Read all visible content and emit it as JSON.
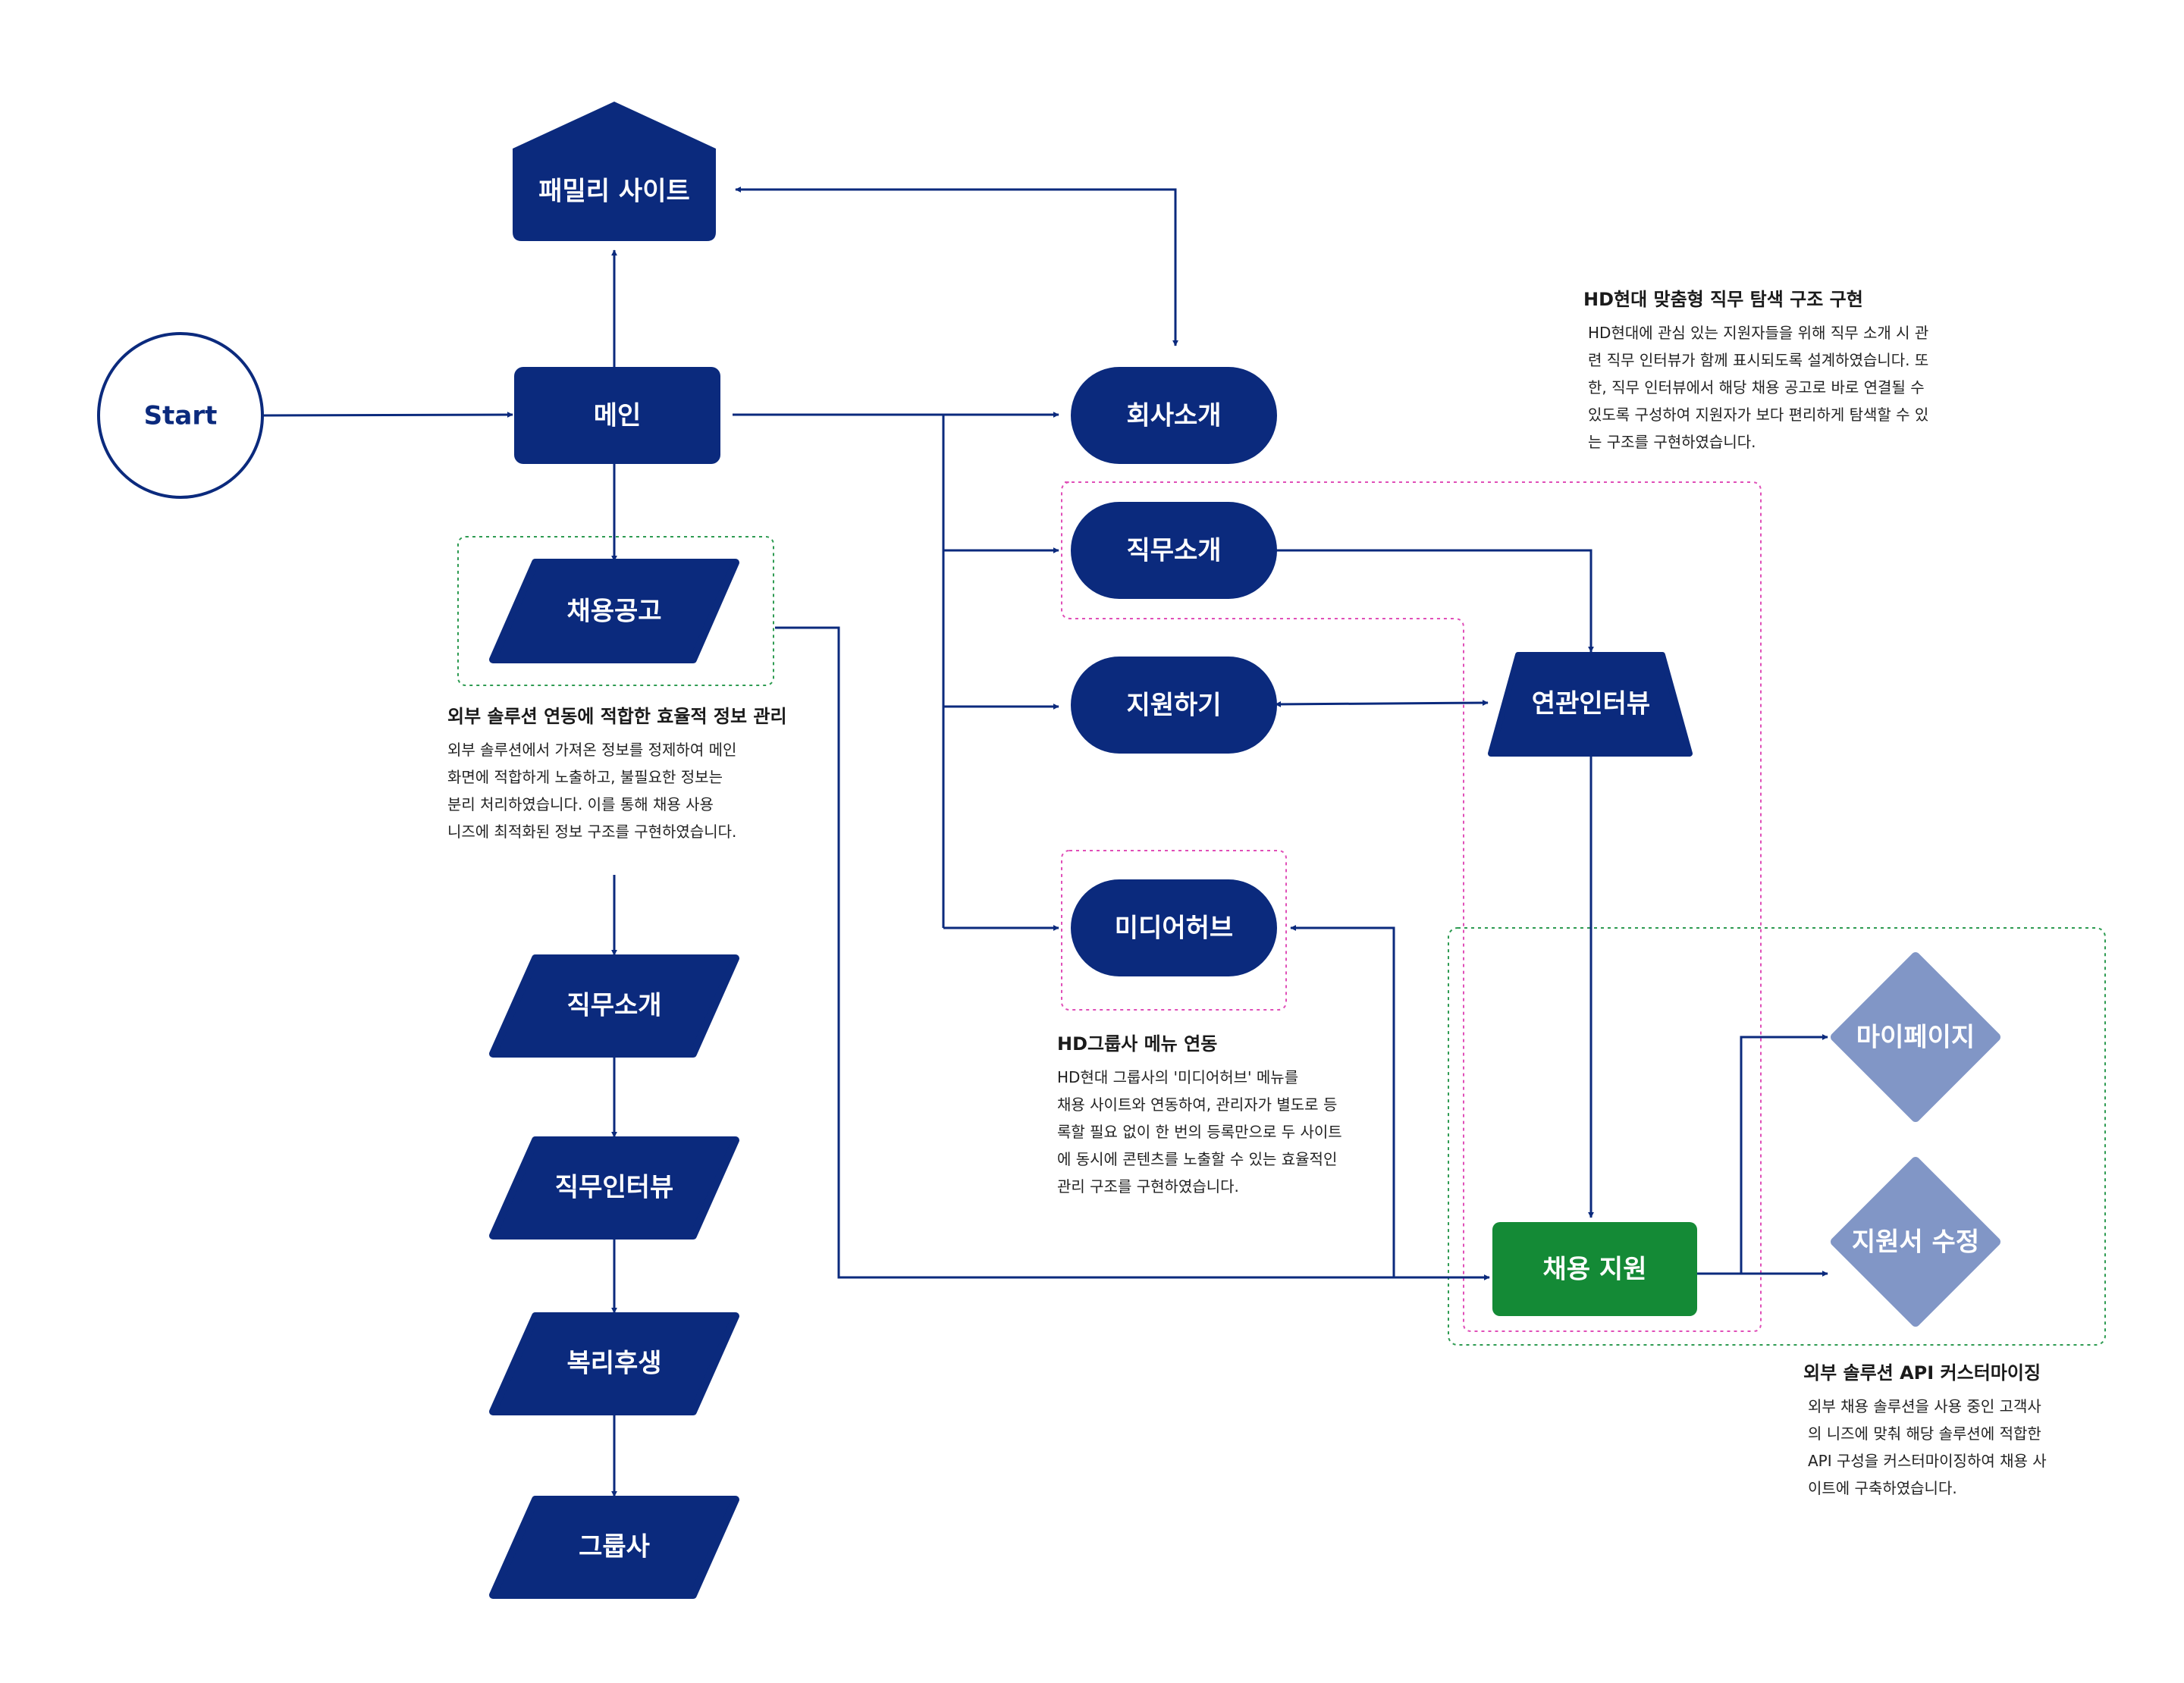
{
  "colors": {
    "navy": "#0b2a7d",
    "light_blue": "#8196c6",
    "green": "#148a36",
    "green_border": "#2e9b52",
    "magenta_border": "#e04fb8",
    "white": "#ffffff"
  },
  "nodes": {
    "start": "Start",
    "family_site": "패밀리 사이트",
    "main": "메인",
    "recruit_notice": "채용공고",
    "job_intro_left": "직무소개",
    "job_interview": "직무인터뷰",
    "welfare": "복리후생",
    "group_company": "그룹사",
    "company_intro": "회사소개",
    "job_intro_right": "직무소개",
    "apply": "지원하기",
    "media_hub": "미디어허브",
    "related_interview": "연관인터뷰",
    "recruit_apply": "채용 지원",
    "mypage": "마이페이지",
    "edit_application": "지원서 수정"
  },
  "notes": {
    "job_search": {
      "title": "HD현대 맞춤형 직무 탐색 구조 구현",
      "body": "HD현대에 관심 있는 지원자들을 위해 직무 소개 시 관\n련 직무 인터뷰가 함께 표시되도록 설계하였습니다. 또\n한, 직무 인터뷰에서 해당 채용 공고로 바로 연결될 수\n있도록 구성하여 지원자가 보다 편리하게 탐색할 수 있\n는 구조를 구현하였습니다."
    },
    "external_info": {
      "title": "외부 솔루션 연동에 적합한 효율적 정보 관리",
      "body": "외부 솔루션에서 가져온 정보를 정제하여 메인\n화면에 적합하게 노출하고, 불필요한 정보는\n분리 처리하였습니다. 이를 통해 채용 사용\n 니즈에 최적화된 정보 구조를 구현하였습니다."
    },
    "group_menu": {
      "title": "HD그룹사 메뉴 연동",
      "body": "HD현대 그룹사의 '미디어허브' 메뉴를\n채용 사이트와 연동하여, 관리자가 별도로 등\n록할 필요 없이 한 번의 등록만으로 두 사이트\n에 동시에 콘텐츠를 노출할 수 있는 효율적인\n관리 구조를 구현하였습니다."
    },
    "api_custom": {
      "title": "외부 솔루션 API 커스터마이징",
      "body": "외부 채용 솔루션을 사용 중인 고객사\n의 니즈에 맞춰 해당 솔루션에 적합한\nAPI 구성을 커스터마이징하여 채용 사\n이트에 구축하였습니다."
    }
  }
}
